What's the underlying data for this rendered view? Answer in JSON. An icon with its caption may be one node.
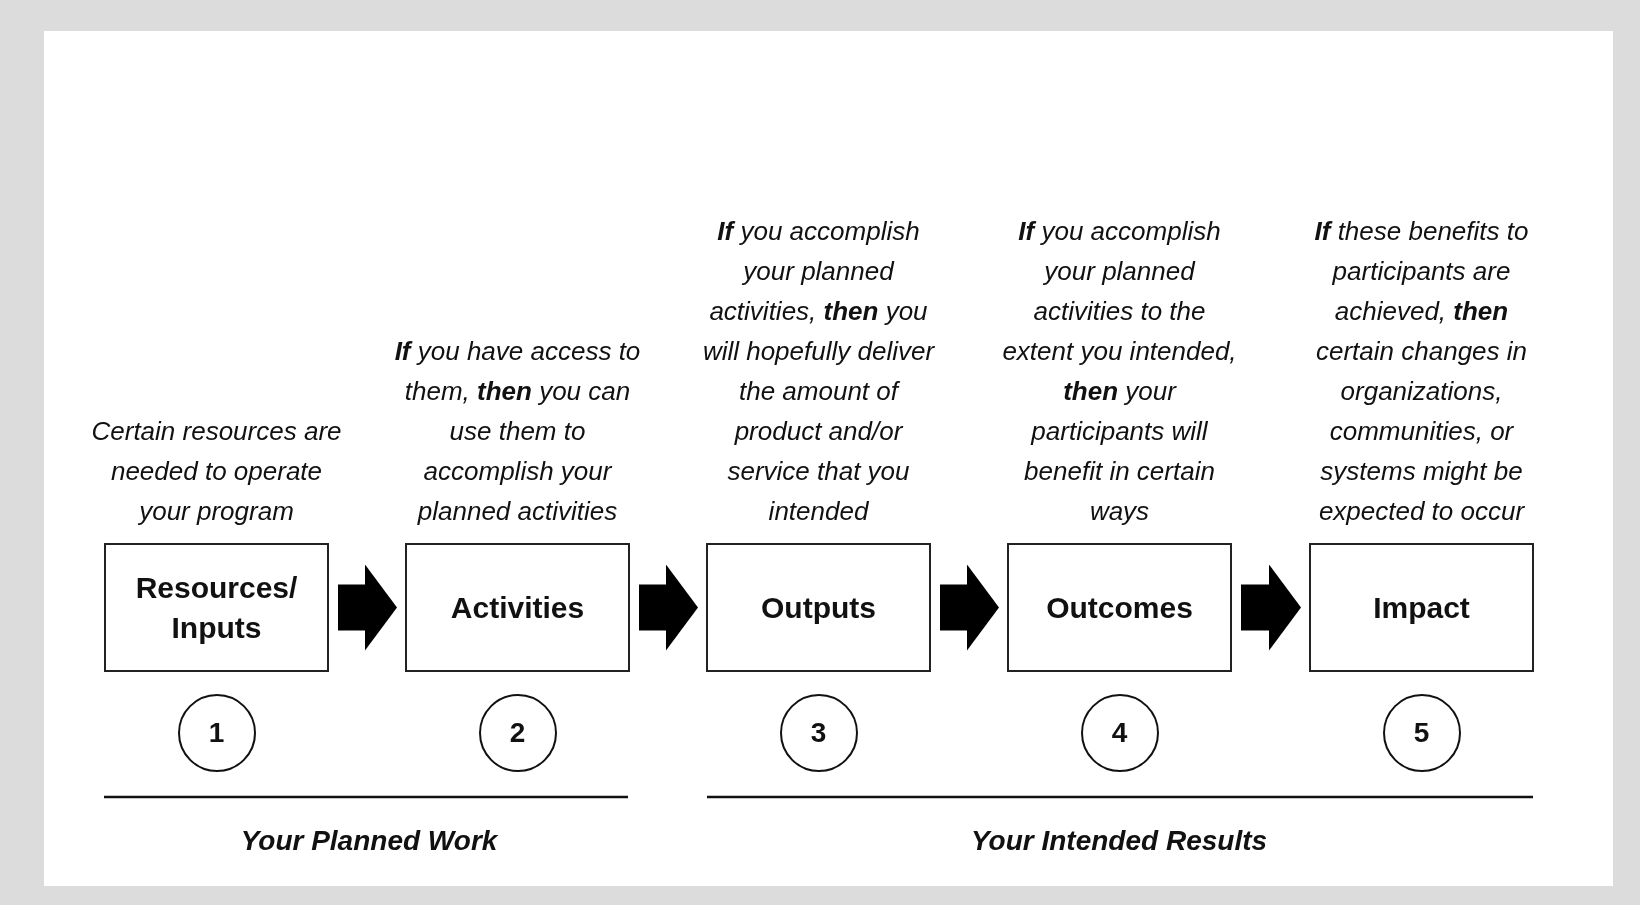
{
  "diagram": {
    "nodes": [
      {
        "text": [
          "Resources/ Inputs"
        ],
        "beside": [
          "Certain resources are needed to operate your program"
        ]
      },
      {
        "text": [
          "Activities"
        ],
        "beside": [
          "**If** you have access to them, **then** you can use them to accomplish your planned activities"
        ]
      },
      {
        "text": [
          "Outputs"
        ],
        "beside": [
          "**If** you accomplish your planned activities, **then** you will hopefully deliver the amount of product and/or service that you intended"
        ]
      },
      {
        "text": [
          "Outcomes"
        ],
        "beside": [
          "**If** you accomplish your planned activities to the extent you intended, **then** your participants will benefit in certain ways"
        ]
      },
      {
        "text": [
          "Impact"
        ],
        "beside": [
          "**If** these benefits to participants are achieved, **then** certain changes in organizations, communities, or systems might be expected to occur"
        ]
      },
      {
        "text": [
          "1"
        ]
      },
      {
        "text": [
          "2"
        ]
      },
      {
        "text": [
          "3"
        ]
      },
      {
        "text": [
          "4"
        ]
      },
      {
        "text": [
          "5"
        ]
      }
    ],
    "edges": [
      {
        "from": 0,
        "to": 1,
        "arrow": "to"
      },
      {
        "from": 1,
        "to": 2,
        "arrow": "to"
      },
      {
        "from": 2,
        "to": 3,
        "arrow": "to"
      },
      {
        "from": 3,
        "to": 4,
        "arrow": "to"
      }
    ],
    "labels": [
      "Your Planned Work",
      "Your Intended Results"
    ]
  }
}
